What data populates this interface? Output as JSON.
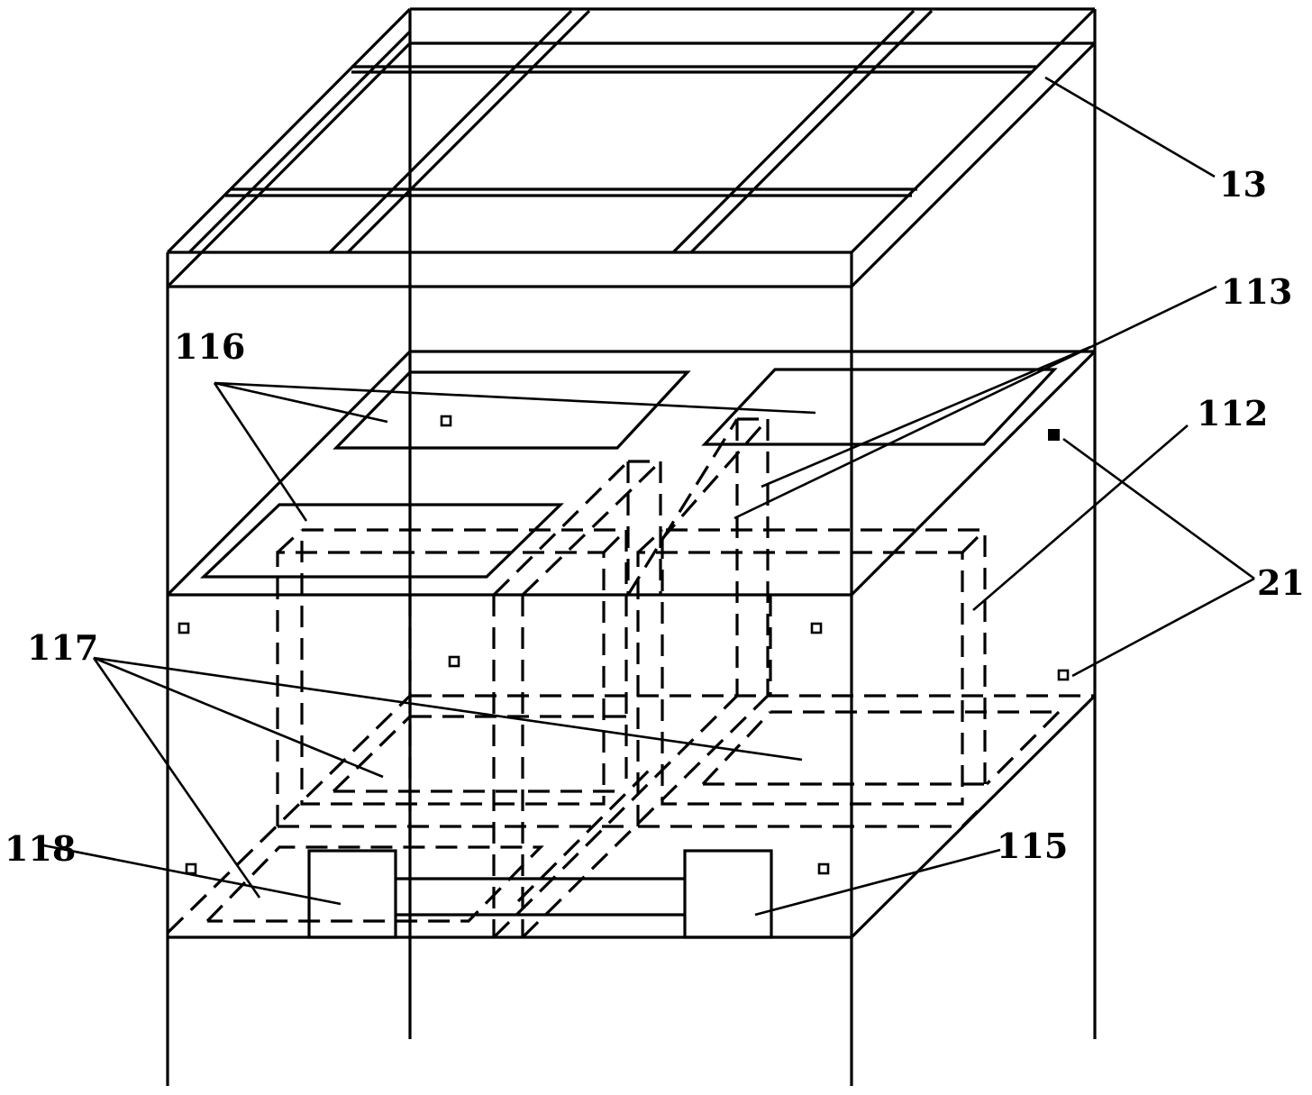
{
  "labels": {
    "l13": "13",
    "l113": "113",
    "l112": "112",
    "l116": "116",
    "l21": "21",
    "l117": "117",
    "l118": "118",
    "l115": "115"
  }
}
